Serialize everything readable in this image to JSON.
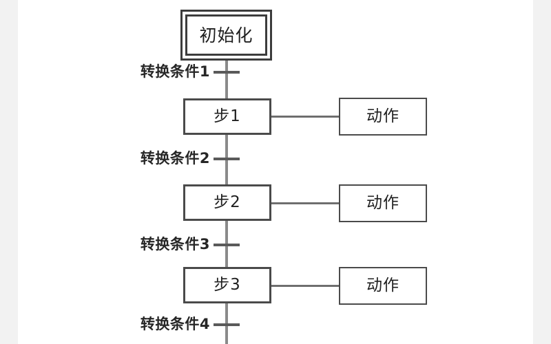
{
  "diagram": {
    "type": "sequential-function-chart",
    "title_text": "",
    "background_color": "#ffffff",
    "line_color": "#8a8a8a",
    "border_color": "#4a4a4a",
    "text_color": "#1f1f1f",
    "initial_step": {
      "label": "初始化",
      "box_style": "double-border"
    },
    "steps": [
      {
        "label": "步1",
        "action_label": "动作"
      },
      {
        "label": "步2",
        "action_label": "动作"
      },
      {
        "label": "步3",
        "action_label": "动作"
      }
    ],
    "transitions": [
      {
        "label": "转换条件1"
      },
      {
        "label": "转换条件2"
      },
      {
        "label": "转换条件3"
      },
      {
        "label": "转换条件4"
      }
    ]
  }
}
